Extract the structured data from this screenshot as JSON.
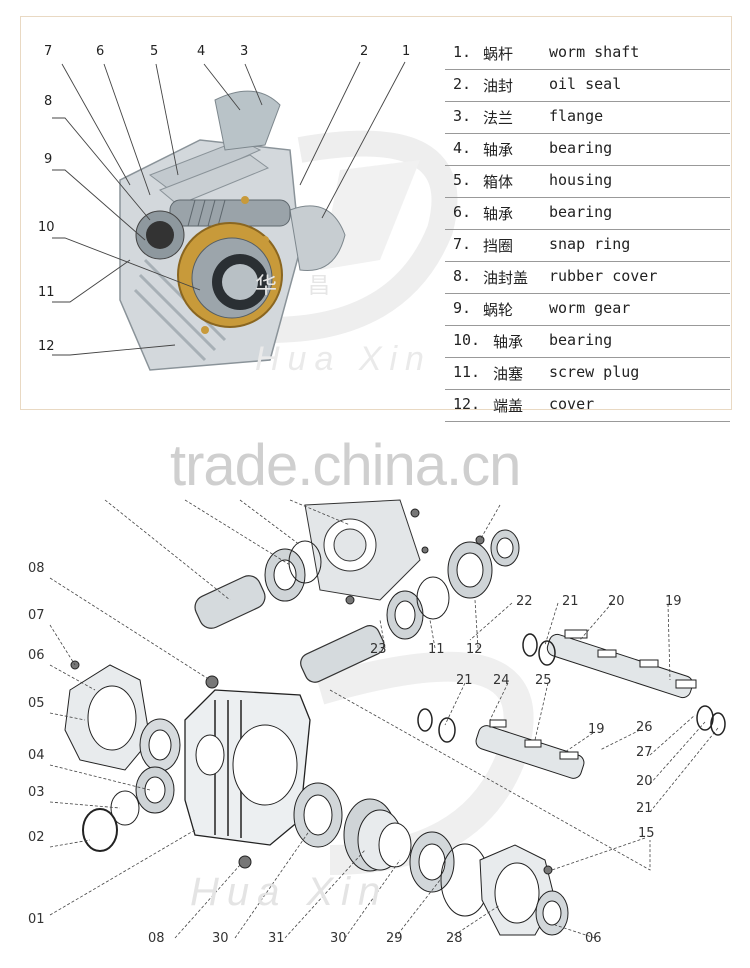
{
  "legend": [
    {
      "num": "1.",
      "zh": "蜗杆",
      "en": "worm shaft"
    },
    {
      "num": "2.",
      "zh": "油封",
      "en": "oil seal"
    },
    {
      "num": "3.",
      "zh": "法兰",
      "en": "flange"
    },
    {
      "num": "4.",
      "zh": "轴承",
      "en": "bearing"
    },
    {
      "num": "5.",
      "zh": "箱体",
      "en": "housing"
    },
    {
      "num": "6.",
      "zh": "轴承",
      "en": "bearing"
    },
    {
      "num": "7.",
      "zh": "挡圈",
      "en": "snap ring"
    },
    {
      "num": "8.",
      "zh": "油封盖",
      "en": "rubber cover"
    },
    {
      "num": "9.",
      "zh": "蜗轮",
      "en": "worm gear"
    },
    {
      "num": "10.",
      "zh": "轴承",
      "en": "bearing"
    },
    {
      "num": "11.",
      "zh": "油塞",
      "en": "screw plug"
    },
    {
      "num": "12.",
      "zh": "端盖",
      "en": "cover"
    }
  ],
  "top_callouts": [
    "7",
    "6",
    "5",
    "4",
    "3",
    "2",
    "1",
    "8",
    "9",
    "10",
    "11",
    "12"
  ],
  "watermark": "trade.china.cn",
  "logo_text": "Hua Xin",
  "logo_zh": "华 昌",
  "exploded_callouts": [
    "08",
    "07",
    "06",
    "05",
    "04",
    "03",
    "02",
    "01",
    "08",
    "30",
    "31",
    "30",
    "29",
    "28",
    "06",
    "15",
    "22",
    "21",
    "20",
    "19",
    "23",
    "11",
    "12",
    "21",
    "24",
    "25",
    "19",
    "26",
    "27",
    "20",
    "21"
  ],
  "colors": {
    "border": "#e9d9c3",
    "line": "#999999",
    "metal": "#b9c2c8",
    "gear": "#c89a3a",
    "accent": "#2d6aa8"
  }
}
